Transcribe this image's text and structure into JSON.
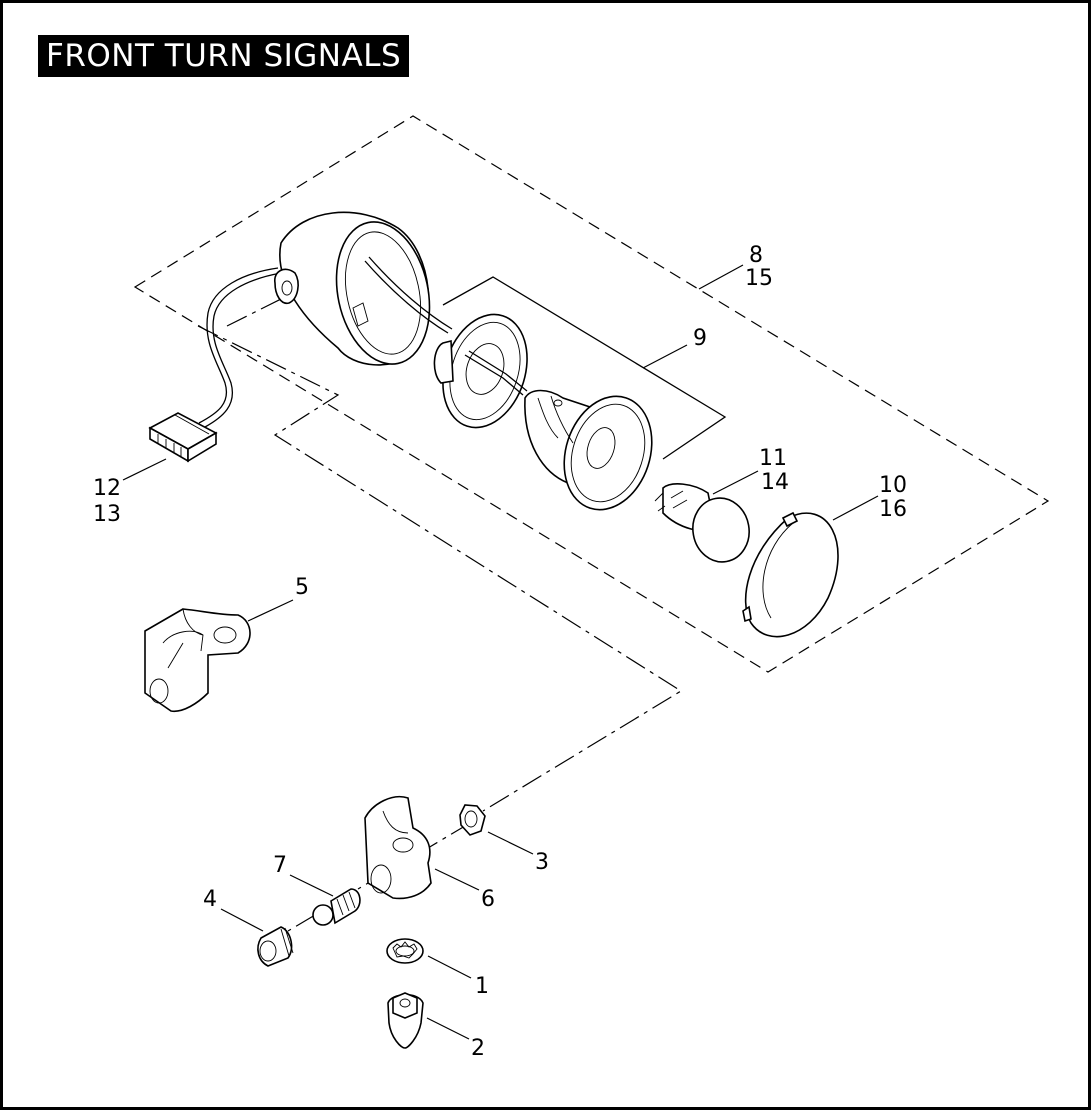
{
  "title": "FRONT TURN SIGNALS",
  "callouts": {
    "c1": "1",
    "c2": "2",
    "c3": "3",
    "c4": "4",
    "c5": "5",
    "c6": "6",
    "c7": "7",
    "c8": "8",
    "c9": "9",
    "c10": "10",
    "c11": "11",
    "c12": "12",
    "c13": "13",
    "c14": "14",
    "c15": "15",
    "c16": "16"
  },
  "colors": {
    "line": "#000000",
    "background": "#ffffff",
    "title_bg": "#000000",
    "title_text": "#ffffff"
  }
}
